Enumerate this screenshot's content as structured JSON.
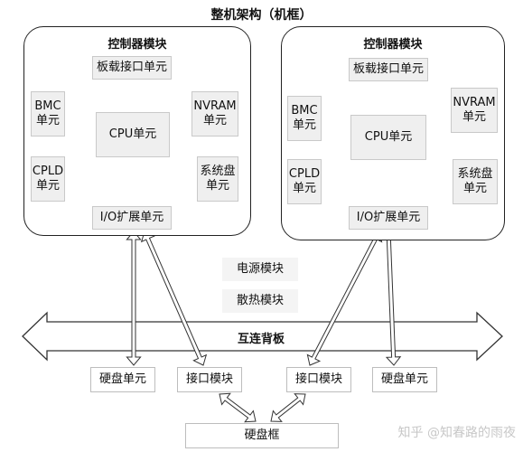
{
  "title": "整机架构（机框）",
  "controllers": [
    {
      "title": "控制器模块",
      "units": {
        "board": "板载接口单元",
        "bmc": "BMC\n单元",
        "nvram": "NVRAM\n单元",
        "cpu": "CPU单元",
        "cpld": "CPLD\n单元",
        "disk": "系统盘\n单元",
        "io": "I/O扩展单元"
      }
    },
    {
      "title": "控制器模块",
      "units": {
        "board": "板载接口单元",
        "bmc": "BMC\n单元",
        "nvram": "NVRAM\n单元",
        "cpu": "CPU单元",
        "cpld": "CPLD\n单元",
        "disk": "系统盘\n单元",
        "io": "I/O扩展单元"
      }
    }
  ],
  "power": "电源模块",
  "cooling": "散热模块",
  "backplane": "互连背板",
  "bottom": {
    "disk_unit_left": "硬盘单元",
    "interface_left": "接口模块",
    "interface_right": "接口模块",
    "disk_unit_right": "硬盘单元",
    "enclosure": "硬盘框"
  },
  "watermark": "知乎 @知春路的雨夜"
}
